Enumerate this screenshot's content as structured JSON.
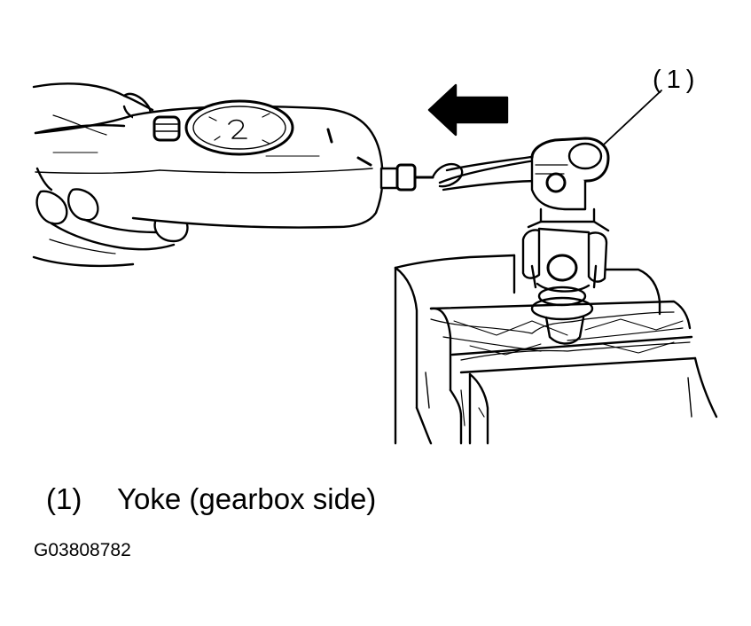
{
  "callout": {
    "label": "(1)"
  },
  "legend": {
    "number": "(1)",
    "text": "Yoke (gearbox side)"
  },
  "figure_id": "G03808782",
  "icons": [
    "hand-icon",
    "spring-scale-icon",
    "pull-direction-arrow-icon",
    "yoke-icon",
    "vise-icon"
  ]
}
